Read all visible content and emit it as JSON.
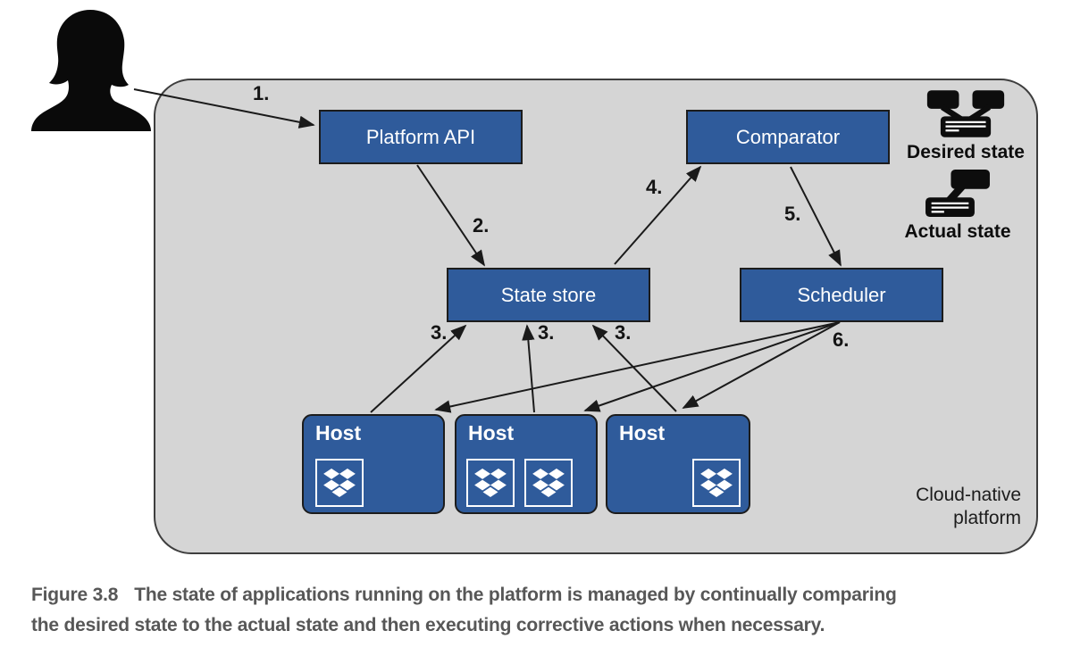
{
  "platform": {
    "name_line1": "Cloud-native",
    "name_line2": "platform"
  },
  "nodes": {
    "platform_api": "Platform API",
    "comparator": "Comparator",
    "state_store": "State store",
    "scheduler": "Scheduler",
    "host1": "Host",
    "host2": "Host",
    "host3": "Host"
  },
  "legend": {
    "desired_state": "Desired state",
    "actual_state": "Actual state"
  },
  "steps": {
    "step1": "1.",
    "step2": "2.",
    "step3a": "3.",
    "step3b": "3.",
    "step3c": "3.",
    "step4": "4.",
    "step5": "5.",
    "step6": "6."
  },
  "icons": {
    "user": "user-silhouette-icon",
    "desired_state": "desired-state-icon",
    "actual_state": "actual-state-icon",
    "app_instance": "dropbox-app-icon"
  },
  "colors": {
    "node_blue": "#2f5b9b",
    "platform_gray": "#d5d5d5",
    "line_black": "#1a1a1a",
    "caption_gray": "#575757"
  },
  "caption": {
    "label": "Figure 3.8",
    "line1": "The state of applications running on the platform is managed by continually comparing",
    "line2": "the desired state to the actual state and then executing corrective actions when necessary."
  }
}
